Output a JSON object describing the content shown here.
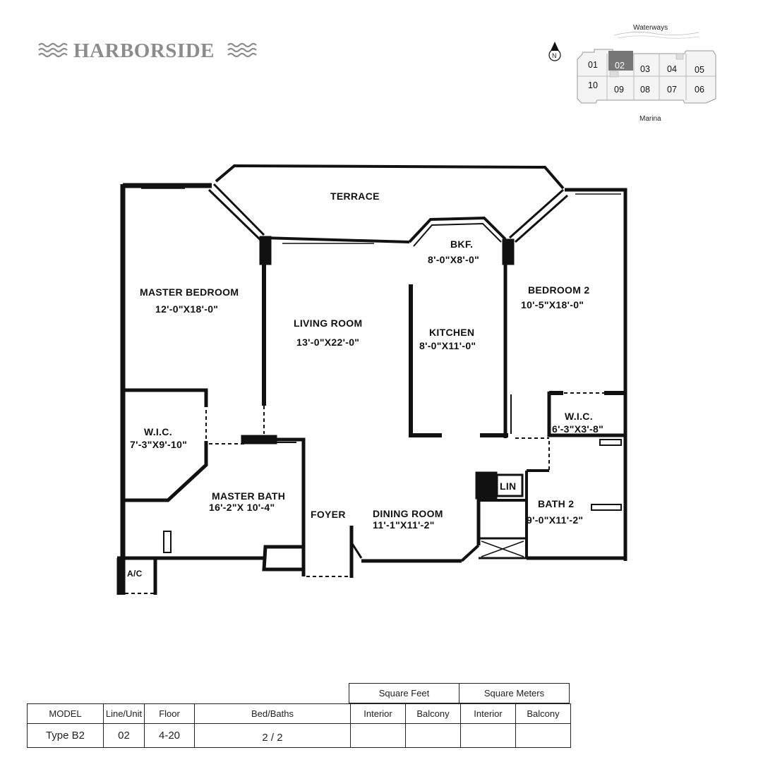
{
  "brand": {
    "name": "HARBORSIDE",
    "color": "#8c8c8c",
    "icon_left": "waves-icon",
    "icon_right": "waves-icon"
  },
  "key_plan": {
    "north_label": "N",
    "top_label": "Waterways",
    "bottom_label": "Marina",
    "highlight_color": "#777777",
    "top_units": [
      "01",
      "02",
      "03",
      "04",
      "05"
    ],
    "bottom_units": [
      "10",
      "09",
      "08",
      "07",
      "06"
    ],
    "selected_unit": "02"
  },
  "floor_plan": {
    "rooms": {
      "terrace": "TERRACE",
      "bkf_name": "BKF.",
      "bkf_dims": "8'-0\"X8'-0\"",
      "master_bedroom_name": "MASTER BEDROOM",
      "master_bedroom_dims": "12'-0\"X18'-0\"",
      "living_room_name": "LIVING ROOM",
      "living_room_dims": "13'-0\"X22'-0\"",
      "kitchen_name": "KITCHEN",
      "kitchen_dims": "8'-0\"X11'-0\"",
      "bedroom2_name": "BEDROOM 2",
      "bedroom2_dims": "10'-5\"X18'-0\"",
      "wic1_name": "W.I.C.",
      "wic1_dims": "7'-3\"X9'-10\"",
      "wic2_name": "W.I.C.",
      "wic2_dims": "6'-3\"X3'-8\"",
      "master_bath_name": "MASTER BATH",
      "master_bath_dims": "16'-2\"X 10'-4\"",
      "foyer": "FOYER",
      "dining_room_name": "DINING ROOM",
      "dining_room_dims": "11'-1\"X11'-2\"",
      "lin": "LIN",
      "bath2_name": "BATH 2",
      "bath2_dims": "9'-0\"X11'-2\"",
      "ac": "A/C"
    }
  },
  "table": {
    "square_feet": "Square Feet",
    "square_meters": "Square Meters",
    "headers": {
      "model": "MODEL",
      "line_unit": "Line/Unit",
      "floor": "Floor",
      "bed_baths": "Bed/Baths",
      "sf_interior": "Interior",
      "sf_balcony": "Balcony",
      "sm_interior": "Interior",
      "sm_balcony": "Balcony"
    },
    "values": {
      "model": "Type B2",
      "line_unit": "02",
      "floor": "4-20",
      "bed_baths": "2 / 2",
      "sf_interior": "",
      "sf_balcony": "",
      "sm_interior": "",
      "sm_balcony": ""
    }
  }
}
